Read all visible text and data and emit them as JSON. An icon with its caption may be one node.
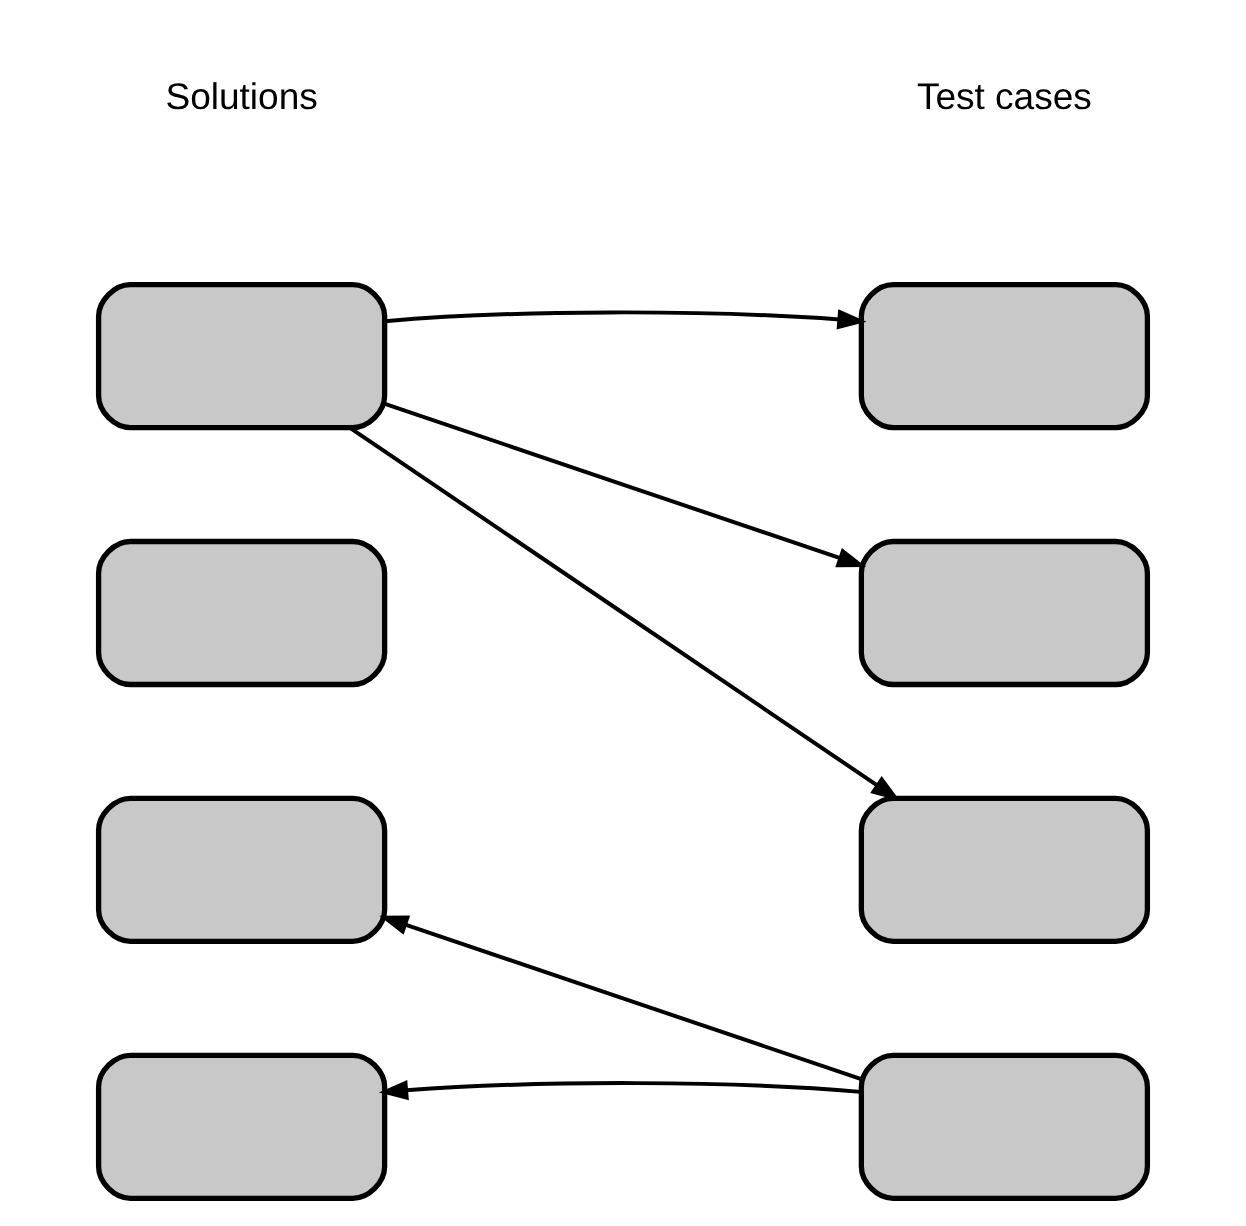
{
  "diagram": {
    "nodes": [
      {
        "text": [],
        "shape": "box"
      },
      {
        "text": [],
        "shape": "box"
      },
      {
        "text": [],
        "shape": "box"
      },
      {
        "text": [],
        "shape": "box"
      },
      {
        "text": [],
        "shape": "box"
      },
      {
        "text": [],
        "shape": "box"
      },
      {
        "text": [],
        "shape": "box"
      },
      {
        "text": [],
        "shape": "box"
      }
    ],
    "edges": [
      {
        "from": 0,
        "to": 4,
        "arrow": "to"
      },
      {
        "from": 0,
        "to": 5,
        "arrow": "to"
      },
      {
        "from": 0,
        "to": 6,
        "arrow": "to"
      },
      {
        "from": 7,
        "to": 2,
        "arrow": "to"
      },
      {
        "from": 7,
        "to": 3,
        "arrow": "to"
      }
    ],
    "labels": [
      "Solutions",
      "Test cases"
    ]
  }
}
